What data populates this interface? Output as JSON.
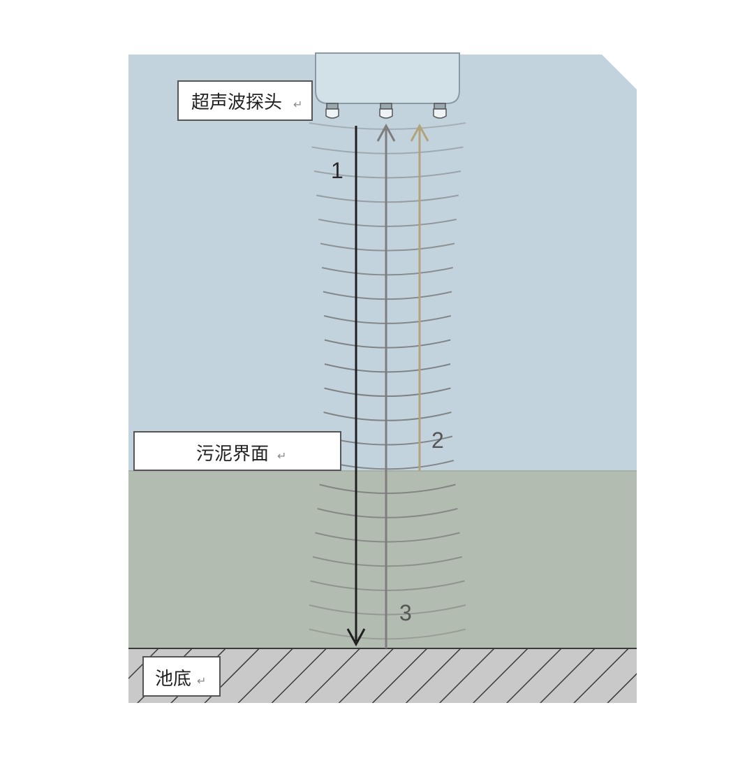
{
  "labels": {
    "probe": "超声波探头",
    "sludge_interface": "污泥界面",
    "tank_bottom": "池底",
    "return_mark": "↵"
  },
  "paths": [
    {
      "number": "1",
      "direction": "down",
      "color": "#1f1f1f"
    },
    {
      "number": "2",
      "direction": "up",
      "color": "#b3a37a"
    },
    {
      "number": "3",
      "direction": "up",
      "color": "#7d7d7d"
    }
  ],
  "colors": {
    "water": "#c3d3dd",
    "sludge": "#b3bcb1",
    "bottom": "#c9c9c9",
    "probe_body": "#d2e0e8",
    "wave": "#6e6e6e"
  }
}
